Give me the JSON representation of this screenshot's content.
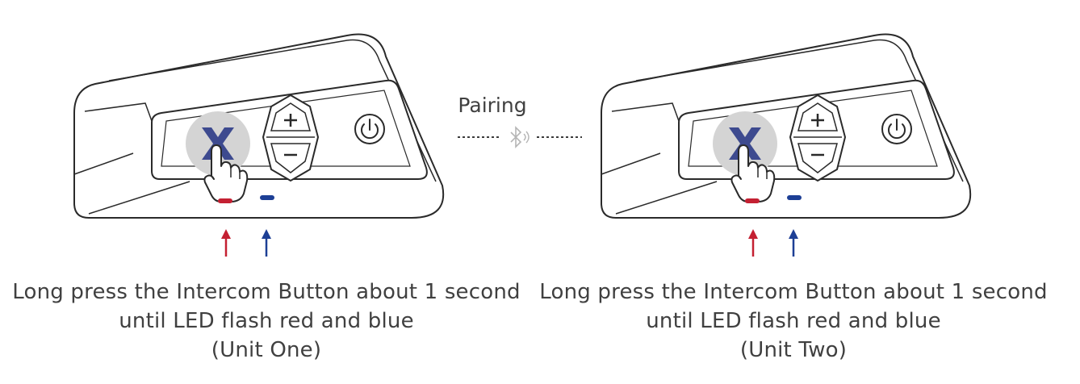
{
  "colors": {
    "outline": "#2a2a2a",
    "led_red": "#c42032",
    "led_blue": "#1d3f95",
    "button_highlight": "#d4d4d4",
    "intercom_icon": "#3d4a8f",
    "bluetooth": "#b5b5b5"
  },
  "pairing": {
    "label": "Pairing",
    "icon": "bluetooth-icon"
  },
  "units": [
    {
      "caption_line1": "Long press the Intercom Button about 1 second",
      "caption_line2": "until LED flash red and blue",
      "caption_line3": "(Unit One)"
    },
    {
      "caption_line1": "Long press the Intercom Button about 1 second",
      "caption_line2": "until LED flash red and blue",
      "caption_line3": "(Unit Two)"
    }
  ],
  "icons": [
    "intercom-button-icon",
    "hand-pointer-icon",
    "plus-icon",
    "minus-icon",
    "power-icon",
    "arrow-up-icon"
  ]
}
